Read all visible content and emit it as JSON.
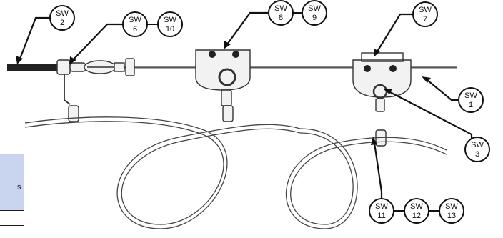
{
  "callouts": [
    {
      "id": "sw2",
      "top": "SW",
      "num": "2"
    },
    {
      "id": "sw6",
      "top": "SW",
      "num": "6"
    },
    {
      "id": "sw10",
      "top": "SW",
      "num": "10"
    },
    {
      "id": "sw8",
      "top": "SW",
      "num": "8"
    },
    {
      "id": "sw9",
      "top": "SW",
      "num": "9"
    },
    {
      "id": "sw7",
      "top": "SW",
      "num": "7"
    },
    {
      "id": "sw1",
      "top": "SW",
      "num": "1"
    },
    {
      "id": "sw3",
      "top": "SW",
      "num": "3"
    },
    {
      "id": "sw11",
      "top": "SW",
      "num": "11"
    },
    {
      "id": "sw12",
      "top": "SW",
      "num": "12"
    },
    {
      "id": "sw13",
      "top": "SW",
      "num": "13"
    }
  ],
  "side_panel": {
    "text": "s"
  }
}
